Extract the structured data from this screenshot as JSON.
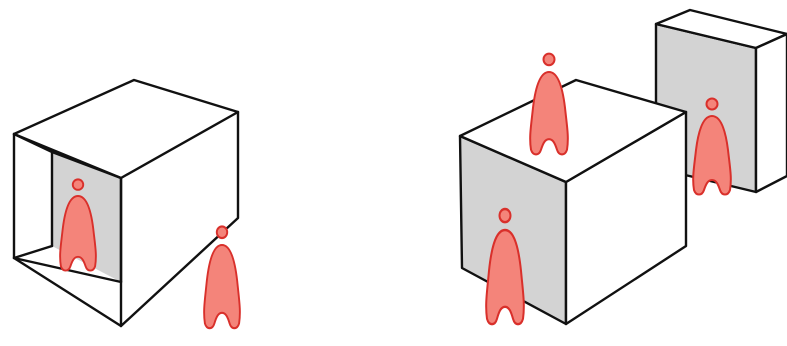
{
  "colors": {
    "background": "#ffffff",
    "outline": "#111111",
    "face_white": "#ffffff",
    "face_shaded": "#d3d3d3",
    "figure_fill": "#f4847a",
    "figure_stroke": "#d9302b"
  },
  "scenes": [
    {
      "id": "left-scene",
      "objects": [
        "open-box",
        "figure-inside-box",
        "figure-outside-box"
      ]
    },
    {
      "id": "right-scene",
      "objects": [
        "solid-cube",
        "back-panel",
        "figure-on-cube",
        "figure-front-of-cube",
        "figure-beside-panel"
      ]
    }
  ]
}
